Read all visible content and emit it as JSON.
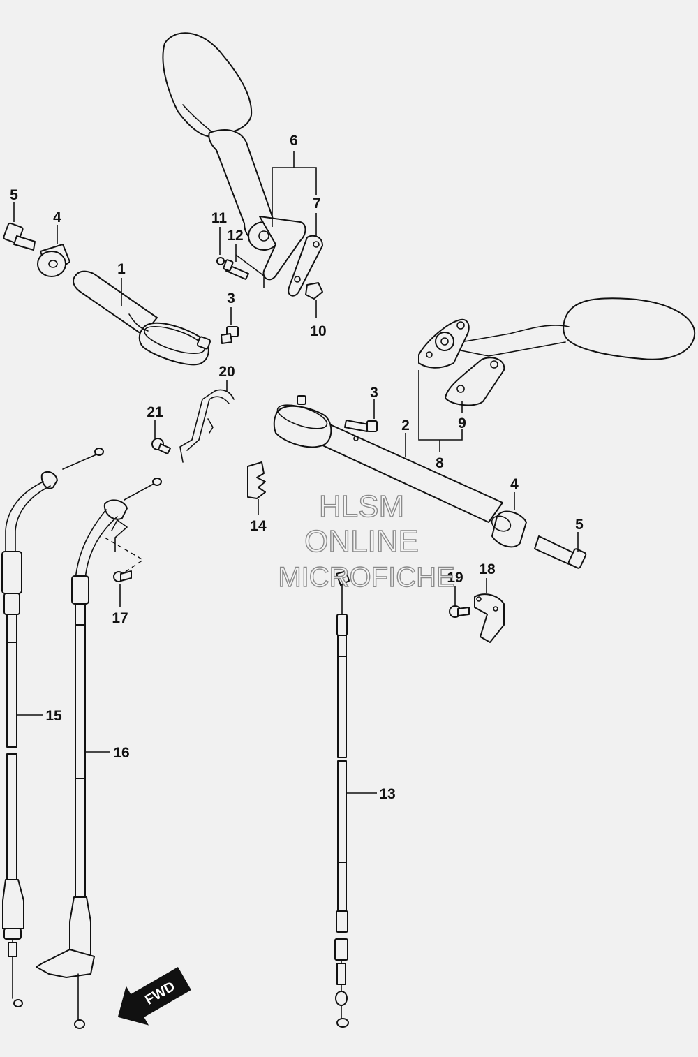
{
  "callouts": {
    "c1": "1",
    "c2": "2",
    "c3a": "3",
    "c3b": "3",
    "c4a": "4",
    "c4b": "4",
    "c5a": "5",
    "c5b": "5",
    "c6": "6",
    "c7": "7",
    "c8": "8",
    "c9": "9",
    "c10": "10",
    "c11": "11",
    "c12": "12",
    "c13": "13",
    "c14": "14",
    "c15": "15",
    "c16": "16",
    "c17": "17",
    "c18": "18",
    "c19": "19",
    "c20": "20",
    "c21": "21"
  },
  "watermark": {
    "line1": "HLSM",
    "line2": "ONLINE",
    "line3": "MICROFICHE"
  },
  "fwd_badge": "FWD"
}
